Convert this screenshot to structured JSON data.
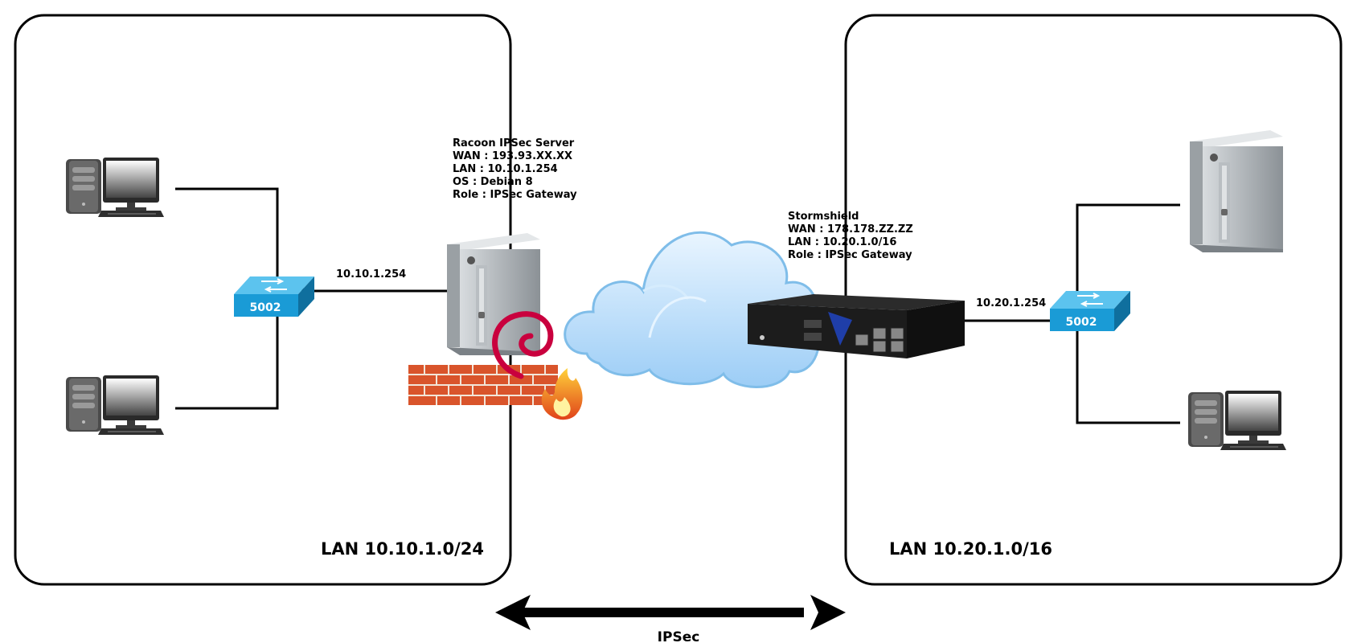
{
  "left_lan": {
    "label": "LAN 10.10.1.0/24",
    "gateway_ip": "10.10.1.254",
    "server": {
      "name": "Racoon IPSec Server",
      "wan": "WAN : 193.93.XX.XX",
      "lan": "LAN : 10.10.1.254",
      "os": "OS : Debian 8",
      "role": "Role : IPSec Gateway"
    },
    "switch_label": "5002"
  },
  "right_lan": {
    "label": "LAN 10.20.1.0/16",
    "gateway_ip": "10.20.1.254",
    "firewall": {
      "name": "Stormshield",
      "wan": "WAN : 178.178.ZZ.ZZ",
      "lan": "LAN : 10.20.1.0/16",
      "role": "Role : IPSec Gateway"
    },
    "switch_label": "5002"
  },
  "tunnel": {
    "label": "IPSec"
  },
  "colors": {
    "switch": "#1a9bd6",
    "brick": "#d9542b",
    "cloud": "#bfe0fb",
    "debian": "#c9003e"
  },
  "icons": [
    "desktop-pc-icon",
    "network-switch-icon",
    "tower-server-icon",
    "debian-swirl-icon",
    "brick-firewall-icon",
    "fire-icon",
    "internet-cloud-icon",
    "stormshield-appliance-icon"
  ]
}
